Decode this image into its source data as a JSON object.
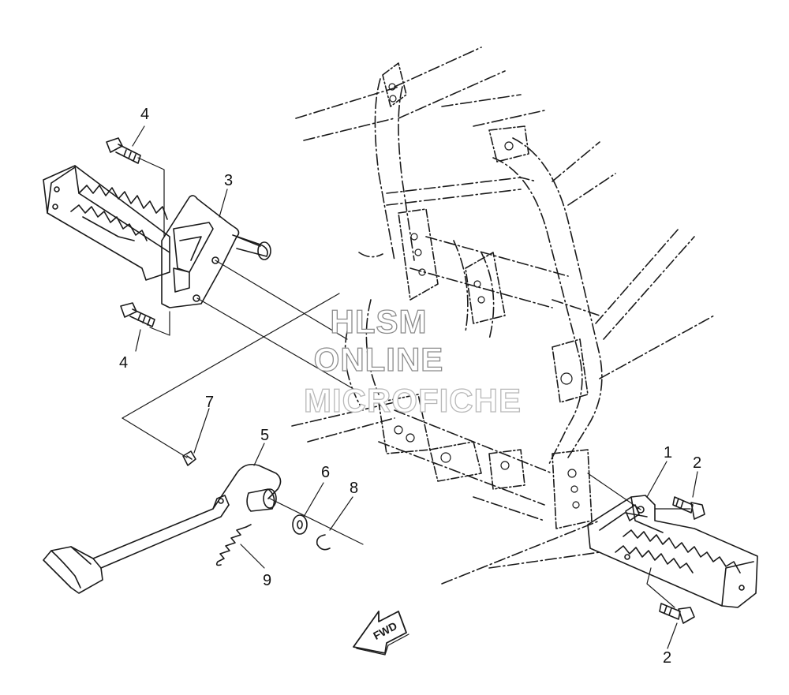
{
  "watermark": {
    "line1": "HLSM",
    "line2": "ONLINE",
    "line3": "MICROFICHE"
  },
  "direction_label": "FWD",
  "callouts": {
    "c1": "1",
    "c2a": "2",
    "c2b": "2",
    "c3": "3",
    "c4a": "4",
    "c4b": "4",
    "c5": "5",
    "c6": "6",
    "c7": "7",
    "c8": "8",
    "c9": "9"
  },
  "colors": {
    "line": "#1a1a1a",
    "watermark": "#8c8c8c"
  }
}
